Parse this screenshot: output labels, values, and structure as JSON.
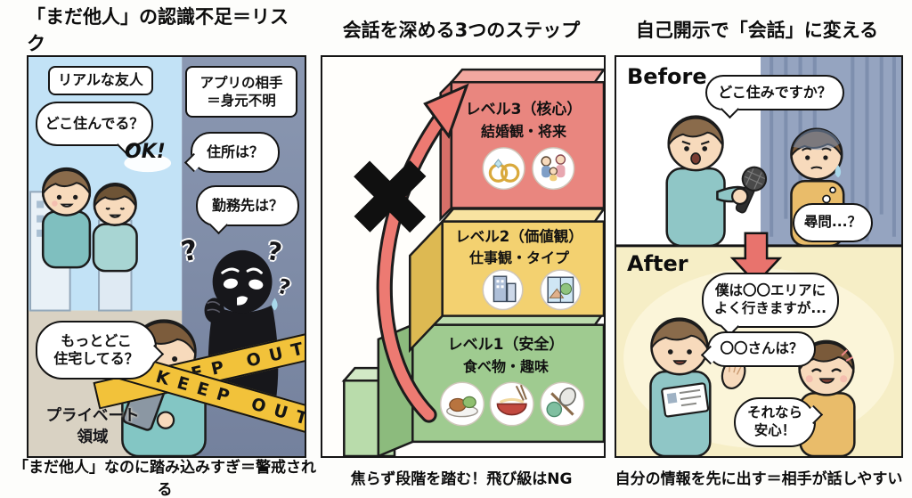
{
  "panels": {
    "risk": {
      "title": "「まだ他人」の認識不足＝リスク",
      "caption": "「まだ他人」なのに踏み込みすぎ＝警戒される",
      "real_friend_label": "リアルな友人",
      "friend_bubble": "どこ住んでる？",
      "ok_text": "OK!",
      "app_partner_label": "アプリの相手\n＝身元不明",
      "address_bubble": "住所は？",
      "workplace_bubble": "勤務先は？",
      "more_bubble": "もっとどこ\n住宅してる？",
      "private_label": "プライベート\n領域",
      "keep_out_tape": "KEEP OUT",
      "question_mark": "?"
    },
    "steps": {
      "title": "会話を深める3つのステップ",
      "caption": "焦らず段階を踏む！飛び級はNG",
      "levels": [
        {
          "name": "レベル3（核心）",
          "topics": "結婚観・将来",
          "color": "#e9867f",
          "icon_names": [
            "wedding-rings-icon",
            "family-icon"
          ]
        },
        {
          "name": "レベル2（価値観）",
          "topics": "仕事観・タイプ",
          "color": "#f3d170",
          "icon_names": [
            "office-building-icon",
            "home-scenery-icon"
          ]
        },
        {
          "name": "レベル1（安全）",
          "topics": "食べ物・趣味",
          "color": "#9fcb90",
          "icon_names": [
            "meal-icon",
            "ramen-icon",
            "sports-icon"
          ]
        }
      ],
      "skip_mark": "x-cross-ng-mark"
    },
    "disclosure": {
      "title": "自己開示で「会話」に変える",
      "caption": "自分の情報を先に出す＝相手が話しやすい",
      "before_label": "Before",
      "after_label": "After",
      "question_bubble": "どこ住みですか？",
      "interrogation_bubble": "尋問...？",
      "self_disclose_bubble": "僕は〇〇エリアに\nよく行きますが...",
      "ask_back_bubble": "〇〇さんは？",
      "relief_bubble": "それなら\n安心！"
    }
  },
  "colors": {
    "tape_yellow": "#f2c23a",
    "arrow_red": "#e8736d",
    "sky_blue": "#c2e2f6",
    "stranger_dark": "#7e8ba6",
    "private_beige": "#d9d2c3",
    "after_yellow": "#f6eec6"
  }
}
